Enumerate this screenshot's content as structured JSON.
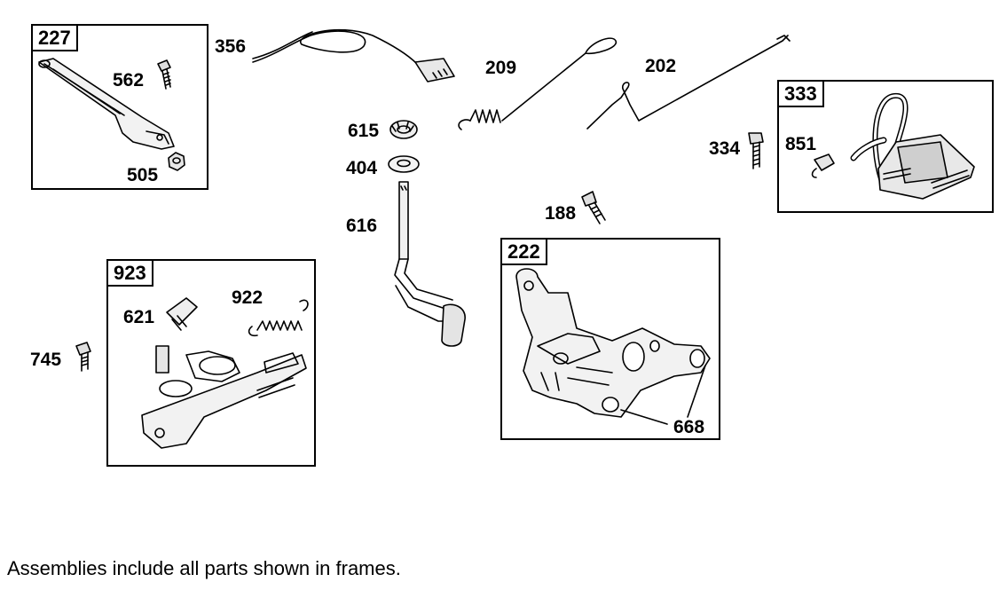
{
  "frames": {
    "f227": "227",
    "f923": "923",
    "f222": "222",
    "f333": "333"
  },
  "labels": {
    "p356": "356",
    "p562": "562",
    "p505": "505",
    "p209": "209",
    "p202": "202",
    "p615": "615",
    "p404": "404",
    "p616": "616",
    "p334": "334",
    "p851": "851",
    "p188": "188",
    "p922": "922",
    "p621": "621",
    "p745": "745",
    "p668": "668"
  },
  "footnote": "Assemblies include all parts shown in frames."
}
